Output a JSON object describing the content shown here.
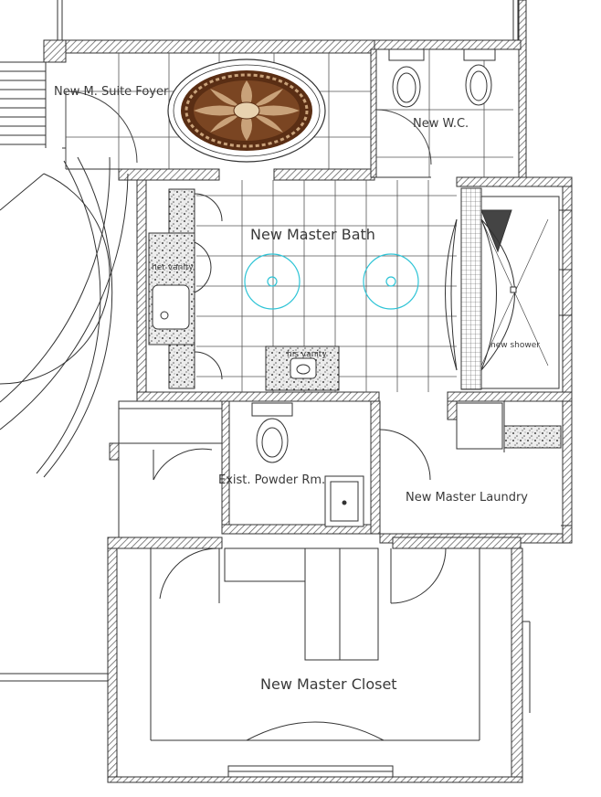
{
  "rooms": {
    "foyer": "New M. Suite Foyer",
    "wc": "New W.C.",
    "bath": "New Master Bath",
    "her_vanity": "her vanity",
    "his_vanity": "his vanity",
    "shower": "new shower",
    "powder": "Exist. Powder Rm.",
    "laundry": "New Master Laundry",
    "closet": "New Master Closet"
  },
  "colors": {
    "wall": "#555555",
    "line": "#333333",
    "fixture_circle": "#2ec4d6",
    "medallion_dark": "#5a2e14",
    "medallion_light": "#c9a27a"
  }
}
